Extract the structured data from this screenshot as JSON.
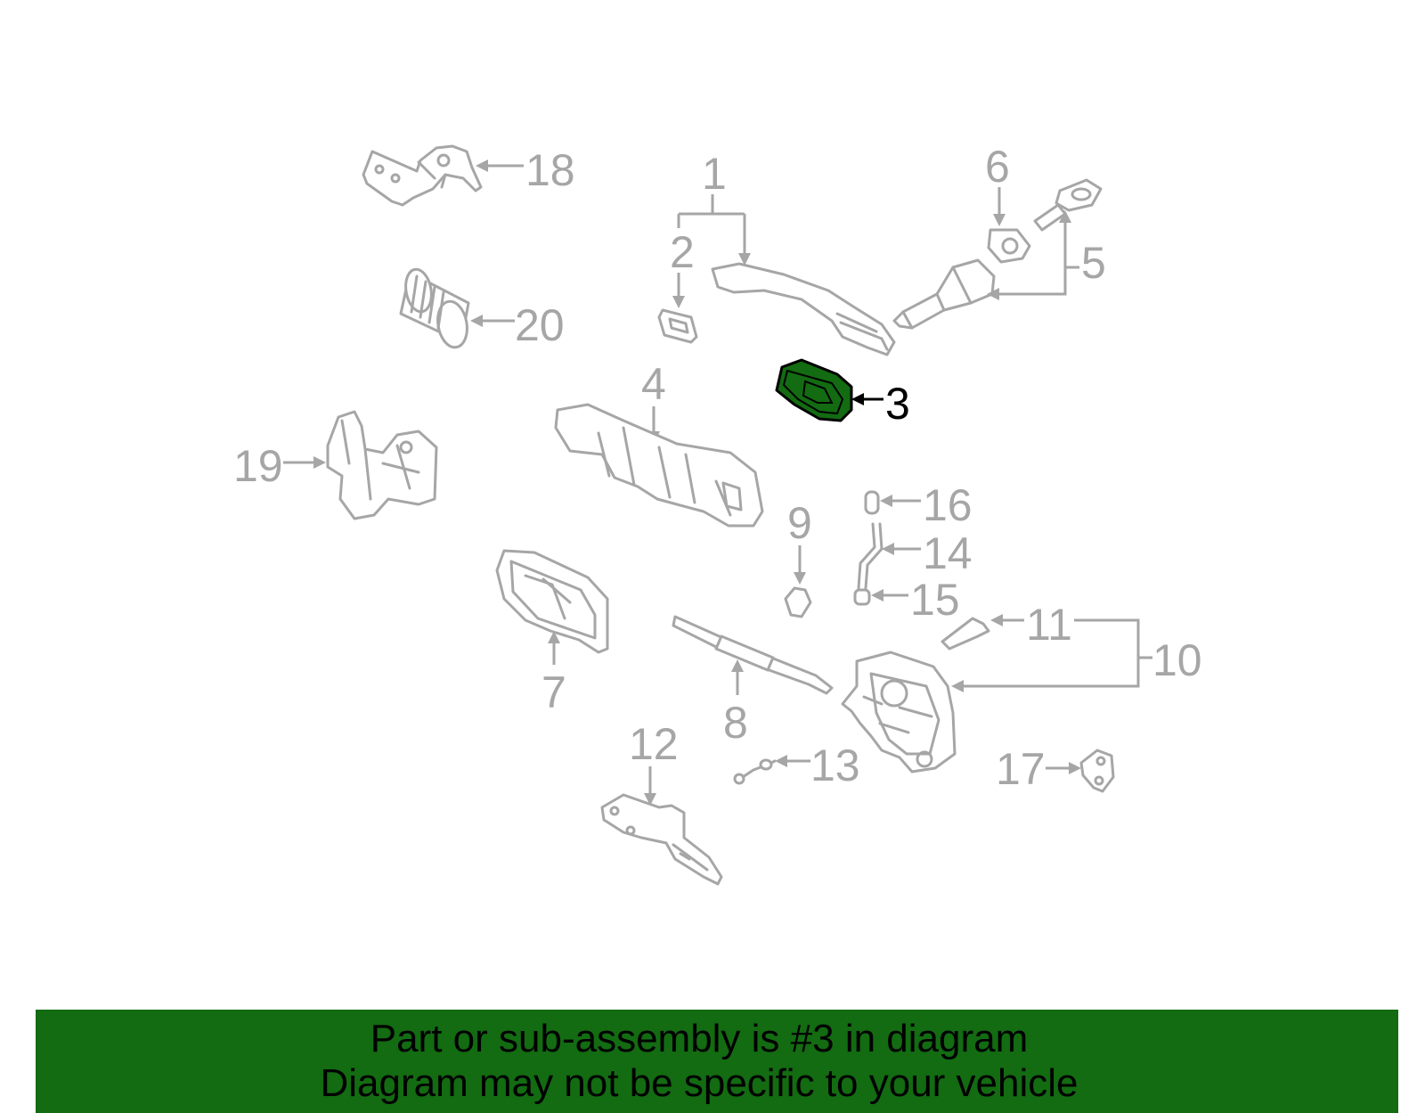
{
  "callouts": {
    "c1": "1",
    "c2": "2",
    "c3": "3",
    "c4": "4",
    "c5": "5",
    "c6": "6",
    "c7": "7",
    "c8": "8",
    "c9": "9",
    "c10": "10",
    "c11": "11",
    "c12": "12",
    "c13": "13",
    "c14": "14",
    "c15": "15",
    "c16": "16",
    "c17": "17",
    "c18": "18",
    "c19": "19",
    "c20": "20"
  },
  "highlighted_part": "3",
  "colors": {
    "highlight": "#136b12",
    "line_art": "#a6a6a6",
    "banner": "#136b12"
  },
  "footer": {
    "line1": "Part or sub-assembly is #3 in diagram",
    "line2": "Diagram may not be specific to your vehicle"
  }
}
